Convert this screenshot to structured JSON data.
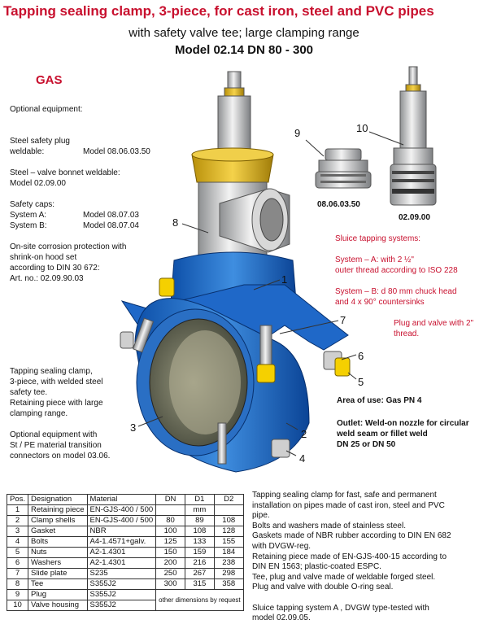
{
  "header": {
    "title": "Tapping sealing clamp, 3-piece, for cast iron, steel and PVC pipes",
    "subtitle": "with safety valve tee; large clamping range",
    "model": "Model 02.14   DN 80 - 300",
    "gas": "GAS"
  },
  "optional": {
    "heading": "Optional equipment:",
    "plug_l1": "Steel safety plug",
    "plug_l2_label": "weldable:",
    "plug_l2_value": "Model 08.06.03.50",
    "valve_l1": "Steel – valve bonnet weldable:",
    "valve_l2": "Model 02.09.00",
    "caps_heading": "Safety caps:",
    "caps_a_label": "System A:",
    "caps_a_value": "Model 08.07.03",
    "caps_b_label": "System B:",
    "caps_b_value": "Model 08.07.04",
    "corr_l1": "On-site corrosion protection with",
    "corr_l2": "shrink-on hood set",
    "corr_l3": "according to DIN 30 672:",
    "corr_l4": "Art. no.: 02.09.90.03"
  },
  "figure": {
    "label_9": "9",
    "label_10": "10",
    "caption_9": "08.06.03.50",
    "caption_10": "02.09.00",
    "callouts": [
      "8",
      "1",
      "7",
      "6",
      "5",
      "3",
      "2",
      "4"
    ]
  },
  "sluice": {
    "heading": "Sluice tapping systems:",
    "a_l1": "System – A: with 2 ½\"",
    "a_l2": "outer thread according to ISO 228",
    "b_l1": "System – B: d 80 mm chuck head",
    "b_l2": "and 4 x 90° countersinks",
    "plug_l1": "Plug and valve with 2\"",
    "plug_l2": "thread."
  },
  "left_desc": {
    "l1": "Tapping sealing clamp,",
    "l2": "3-piece, with welded steel",
    "l3": "safety tee.",
    "l4": "Retaining piece with large",
    "l5": "clamping range.",
    "l6": "Optional equipment with",
    "l7": "St / PE material transition",
    "l8": "connectors on model 03.06."
  },
  "area": "Area of use: Gas  PN 4",
  "outlet": {
    "l1": "Outlet: Weld-on nozzle for circular",
    "l2": "weld seam or fillet weld",
    "l3": "DN 25 or DN 50"
  },
  "table": {
    "headers": [
      "Pos.",
      "Designation",
      "Material",
      "DN",
      "D1",
      "D2"
    ],
    "rows": [
      [
        "1",
        "Retaining piece",
        "EN-GJS-400 / 500",
        "",
        "mm",
        ""
      ],
      [
        "2",
        "Clamp shells",
        "EN-GJS-400 / 500",
        "80",
        "89",
        "108"
      ],
      [
        "3",
        "Gasket",
        "NBR",
        "100",
        "108",
        "128"
      ],
      [
        "4",
        "Bolts",
        "A4-1.4571+galv.",
        "125",
        "133",
        "155"
      ],
      [
        "5",
        "Nuts",
        "A2-1.4301",
        "150",
        "159",
        "184"
      ],
      [
        "6",
        "Washers",
        "A2-1.4301",
        "200",
        "216",
        "238"
      ],
      [
        "7",
        "Slide plate",
        "S235",
        "250",
        "267",
        "298"
      ],
      [
        "8",
        "Tee",
        "S355J2",
        "300",
        "315",
        "358"
      ],
      [
        "9",
        "Plug",
        "S355J2",
        "",
        "",
        ""
      ],
      [
        "10",
        "Valve housing",
        "S355J2",
        "",
        "",
        ""
      ]
    ],
    "note": "other dimensions by request"
  },
  "right_desc": [
    "Tapping sealing clamp for fast, safe and permanent",
    "installation on pipes made of cast iron, steel and PVC",
    "pipe.",
    "Bolts and washers made of stainless steel.",
    "Gaskets made of NBR rubber according to DIN EN 682",
    "with DVGW-reg.",
    "Retaining piece made of  EN-GJS-400-15 according to",
    "DIN EN  1563;  plastic-coated ESPC.",
    "Tee, plug and valve made of weldable forged steel.",
    "Plug and valve with double O-ring seal.",
    "",
    "Sluice tapping system A , DVGW type-tested with",
    "model 02.09.05."
  ]
}
